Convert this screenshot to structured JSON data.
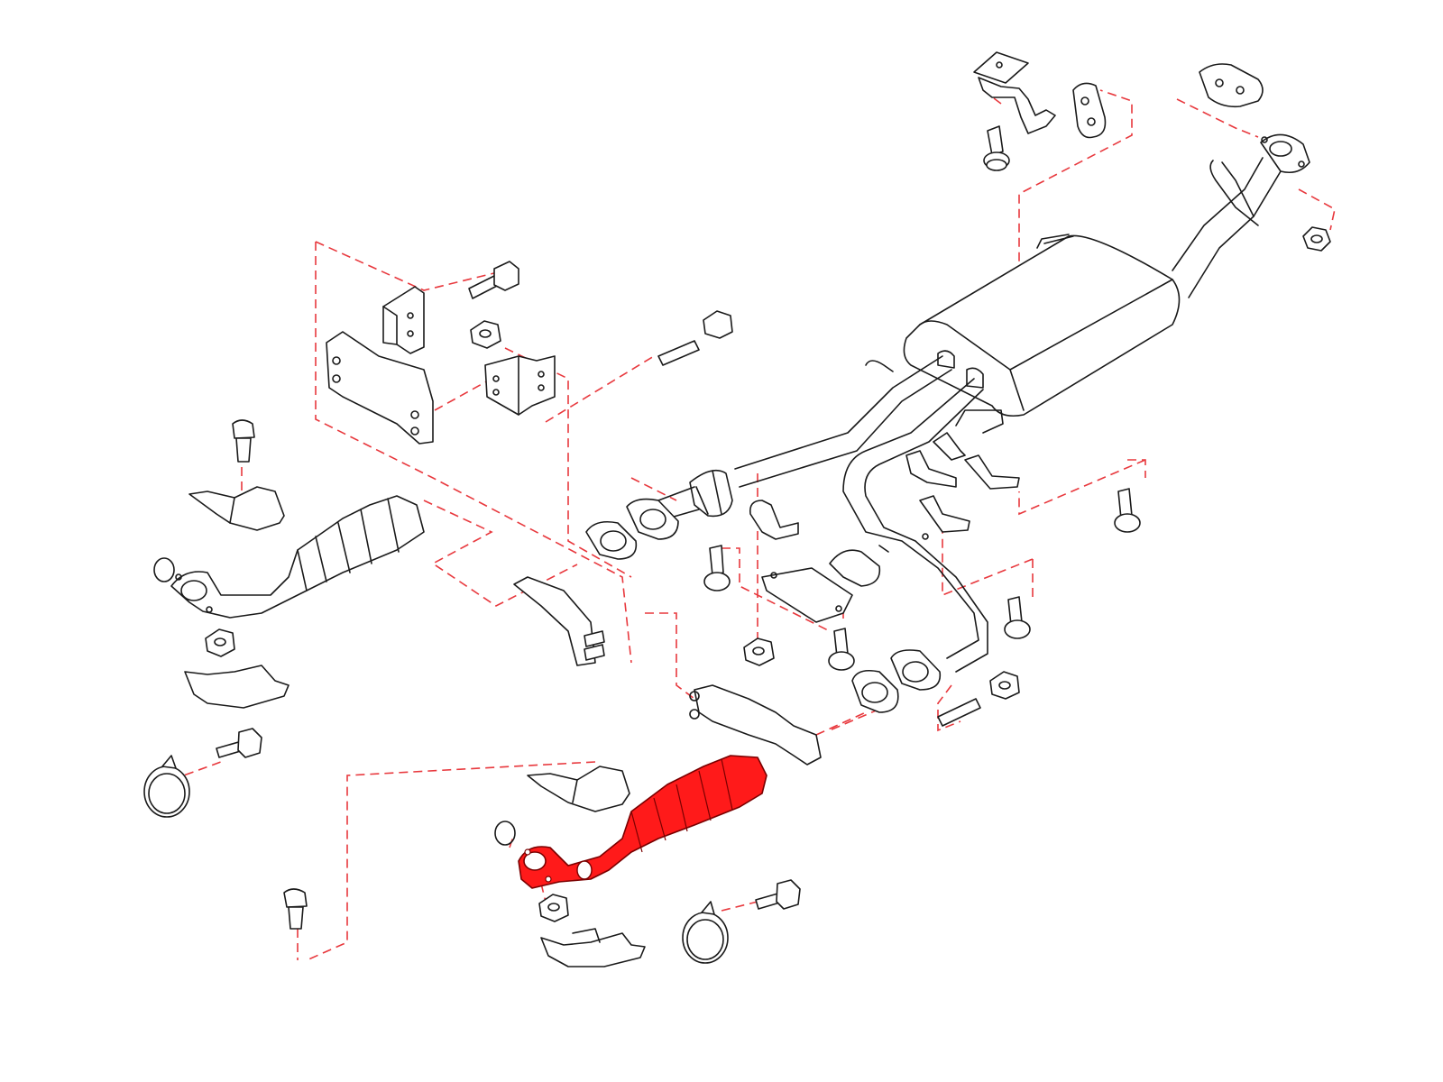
{
  "diagram": {
    "type": "exploded-parts-diagram",
    "subject": "exhaust system",
    "highlight_color": "#ff1a1a",
    "dash_color": "#e8383d",
    "line_color": "#1a1a1a",
    "highlighted_part": "catalytic-converter-front-lower"
  }
}
